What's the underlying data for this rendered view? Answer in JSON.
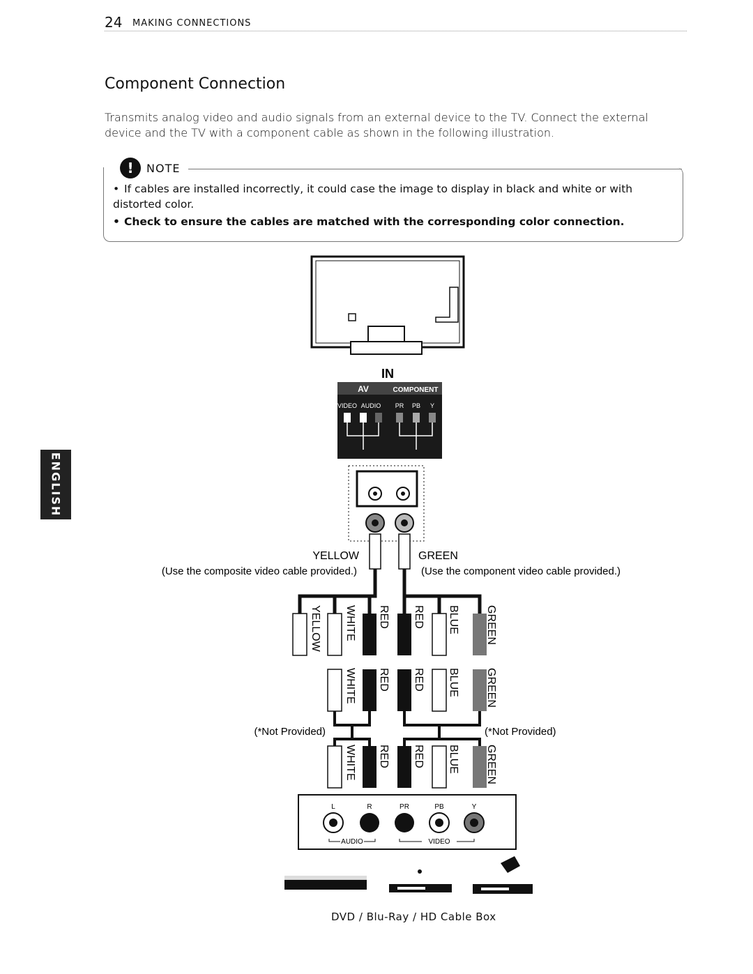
{
  "header": {
    "page_number": "24",
    "section": "MAKING CONNECTIONS"
  },
  "side_tab": {
    "label": "ENGLISH"
  },
  "title": "Component Connection",
  "intro": "Transmits analog video and audio signals from an external device to the TV. Connect the external device and the TV with a component cable as shown in the following illustration.",
  "note": {
    "icon_glyph": "!",
    "label": "NOTE",
    "items": [
      "If cables are installed incorrectly, it could case the image to display in black and white or with distorted color.",
      "Check to ensure the cables are matched with the corresponding color connection."
    ]
  },
  "diagram": {
    "in_label": "IN",
    "av_label": "AV",
    "component_label": "COMPONENT",
    "video_label": "VIDEO",
    "audio_label": "AUDIO",
    "pr_label": "PR",
    "pb_label": "PB",
    "y_label": "Y",
    "yellow_label": "YELLOW",
    "green_label": "GREEN",
    "composite_note": "(Use the composite video cable provided.)",
    "component_note": "(Use the component video cable provided.)",
    "not_provided": "(*Not Provided)",
    "cable_colors": [
      "YELLOW",
      "WHITE",
      "RED",
      "RED",
      "BLUE",
      "GREEN"
    ],
    "device_ports": {
      "l": "L",
      "r": "R",
      "pr": "PR",
      "pb": "PB",
      "y": "Y",
      "audio": "AUDIO",
      "video": "VIDEO"
    },
    "device_caption": "DVD / Blu-Ray / HD Cable Box"
  }
}
